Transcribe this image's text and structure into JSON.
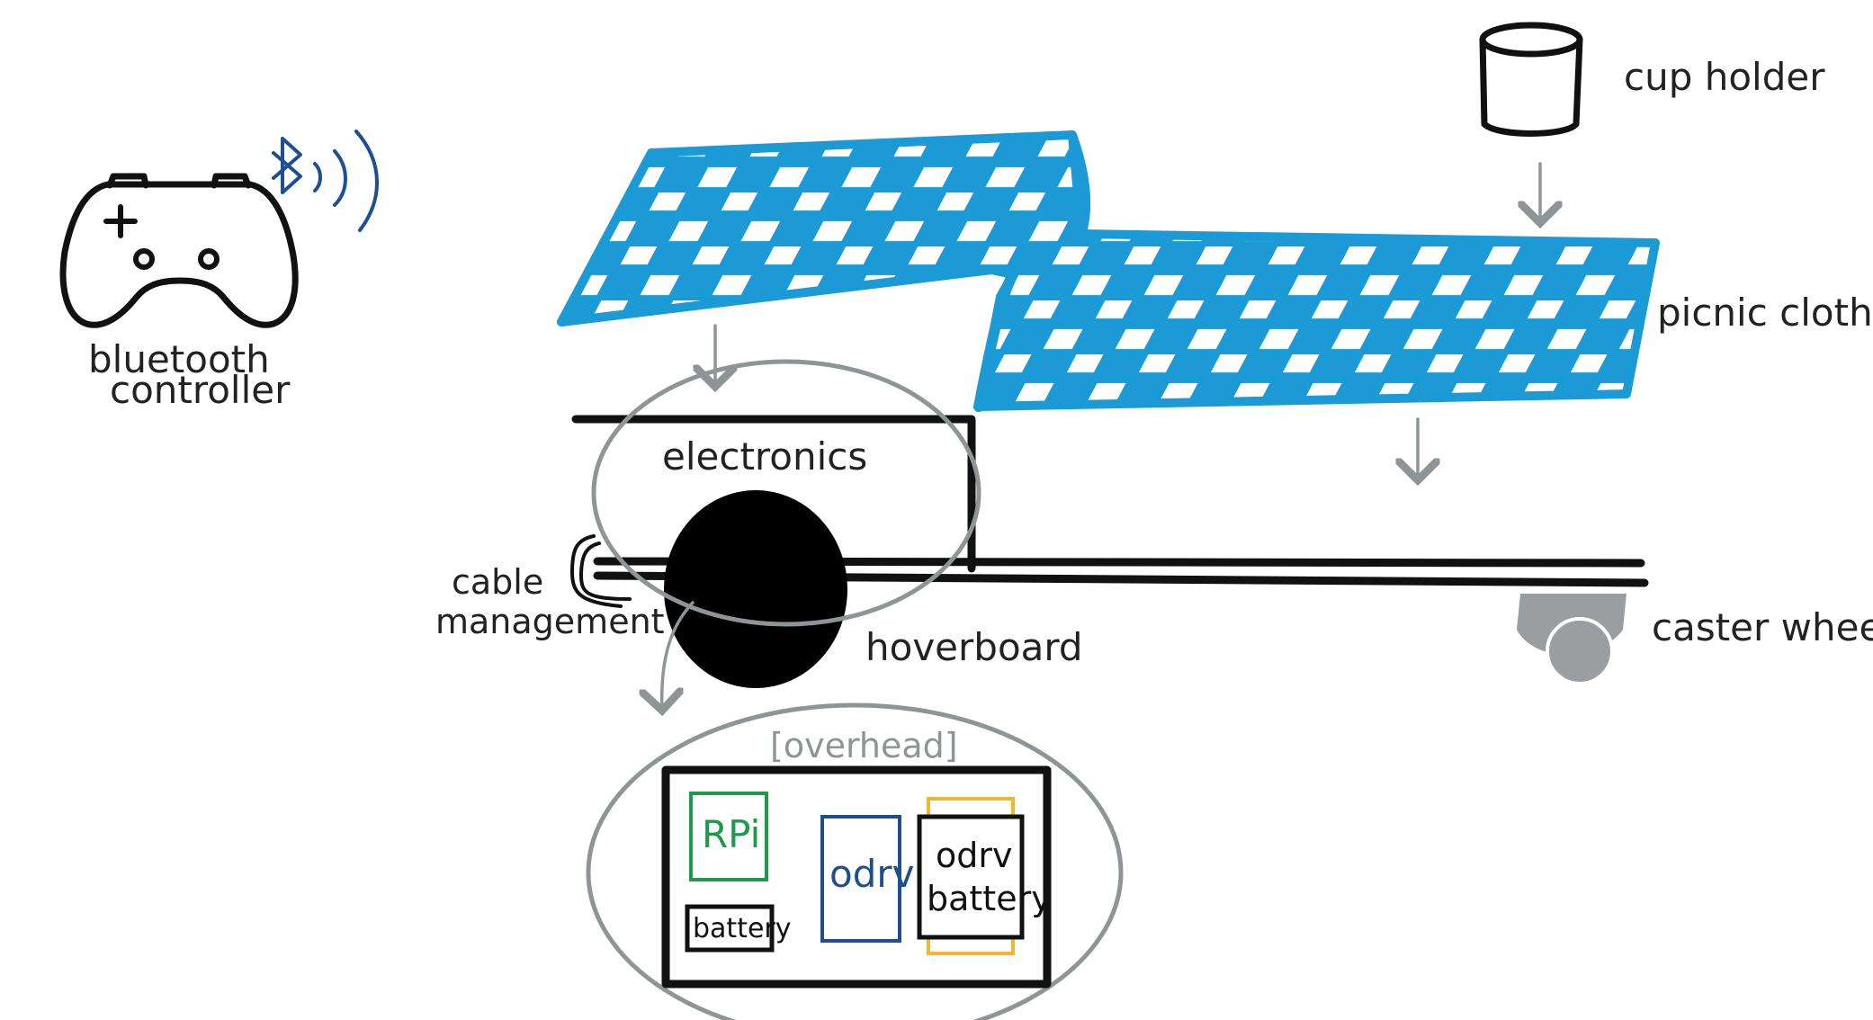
{
  "labels": {
    "bluetooth_line1": "bluetooth",
    "bluetooth_line2": "controller",
    "cup_holder": "cup holder",
    "picnic_cloth": "picnic cloth",
    "electronics": "electronics",
    "cable_line1": "cable",
    "cable_line2": "management",
    "hoverboard": "hoverboard",
    "caster_wheel": "caster wheel",
    "overhead": "[overhead]",
    "rpi": "RPi",
    "battery": "battery",
    "odrv": "odrv",
    "odrv_battery_line1": "odrv",
    "odrv_battery_line2": "battery"
  },
  "icons": {
    "controller": "gamepad-icon",
    "bluetooth": "bluetooth-icon",
    "signal": "wireless-signal-icon",
    "cup": "cup-icon"
  },
  "colors": {
    "ink": "#111111",
    "cloth_blue": "#1b9ad6",
    "annotation_grey": "#8f9597",
    "caster_grey": "#9a9ea0",
    "rpi_green": "#1f9a4a",
    "odrv_blue": "#1f4e8c",
    "battery_yellow": "#f2b632",
    "bluetooth_blue": "#1d4f93"
  }
}
